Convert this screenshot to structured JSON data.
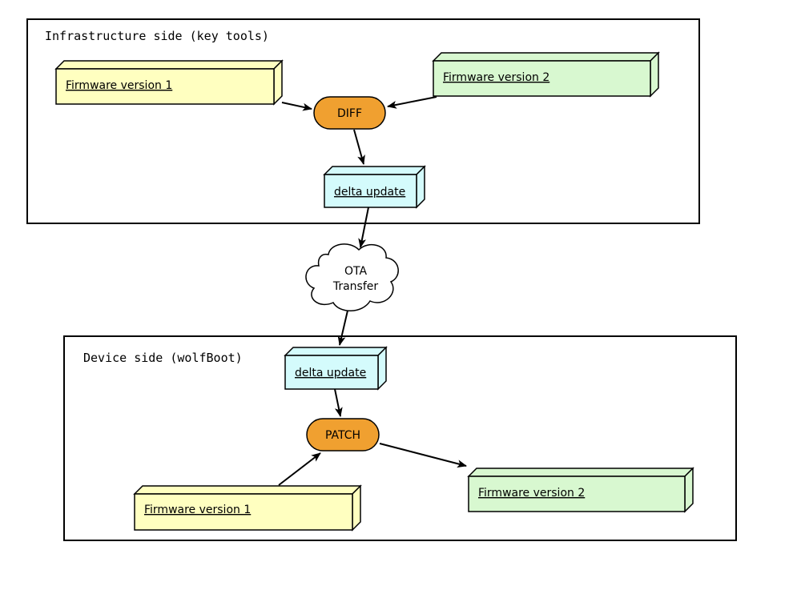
{
  "infra": {
    "title": "Infrastructure side (key tools)",
    "fw1": "Firmware version 1",
    "fw2": "Firmware version 2",
    "diff": "DIFF",
    "delta": "delta update"
  },
  "cloud": {
    "line1": "OTA",
    "line2": "Transfer"
  },
  "device": {
    "title": "Device side (wolfBoot)",
    "delta": "delta update",
    "patch": "PATCH",
    "fw1": "Firmware version 1",
    "fw2": "Firmware version 2"
  },
  "colors": {
    "fw1_fill": "#ffffc0",
    "fw2_fill": "#d8f8d0",
    "delta_fill": "#d4fbfc",
    "op_fill": "#f0a030"
  }
}
